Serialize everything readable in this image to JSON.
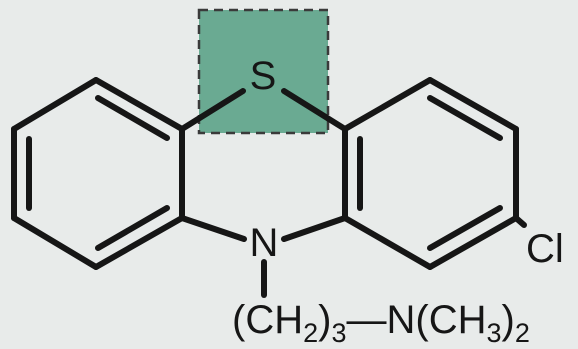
{
  "colors": {
    "background": "#e8ebea",
    "ink": "#161616",
    "highlight": "#6aaa92",
    "highlight_border": "#3a3a3a"
  },
  "labels": {
    "sulfur": "S",
    "nitrogen": "N",
    "chlorine": "Cl",
    "sidechain": {
      "open": "(CH",
      "sub_2": "2",
      "close": ")",
      "sub_3": "3",
      "dash": "—",
      "n": "N(CH",
      "sub_3b": "3",
      "close2": ")",
      "sub_2b": "2"
    }
  }
}
